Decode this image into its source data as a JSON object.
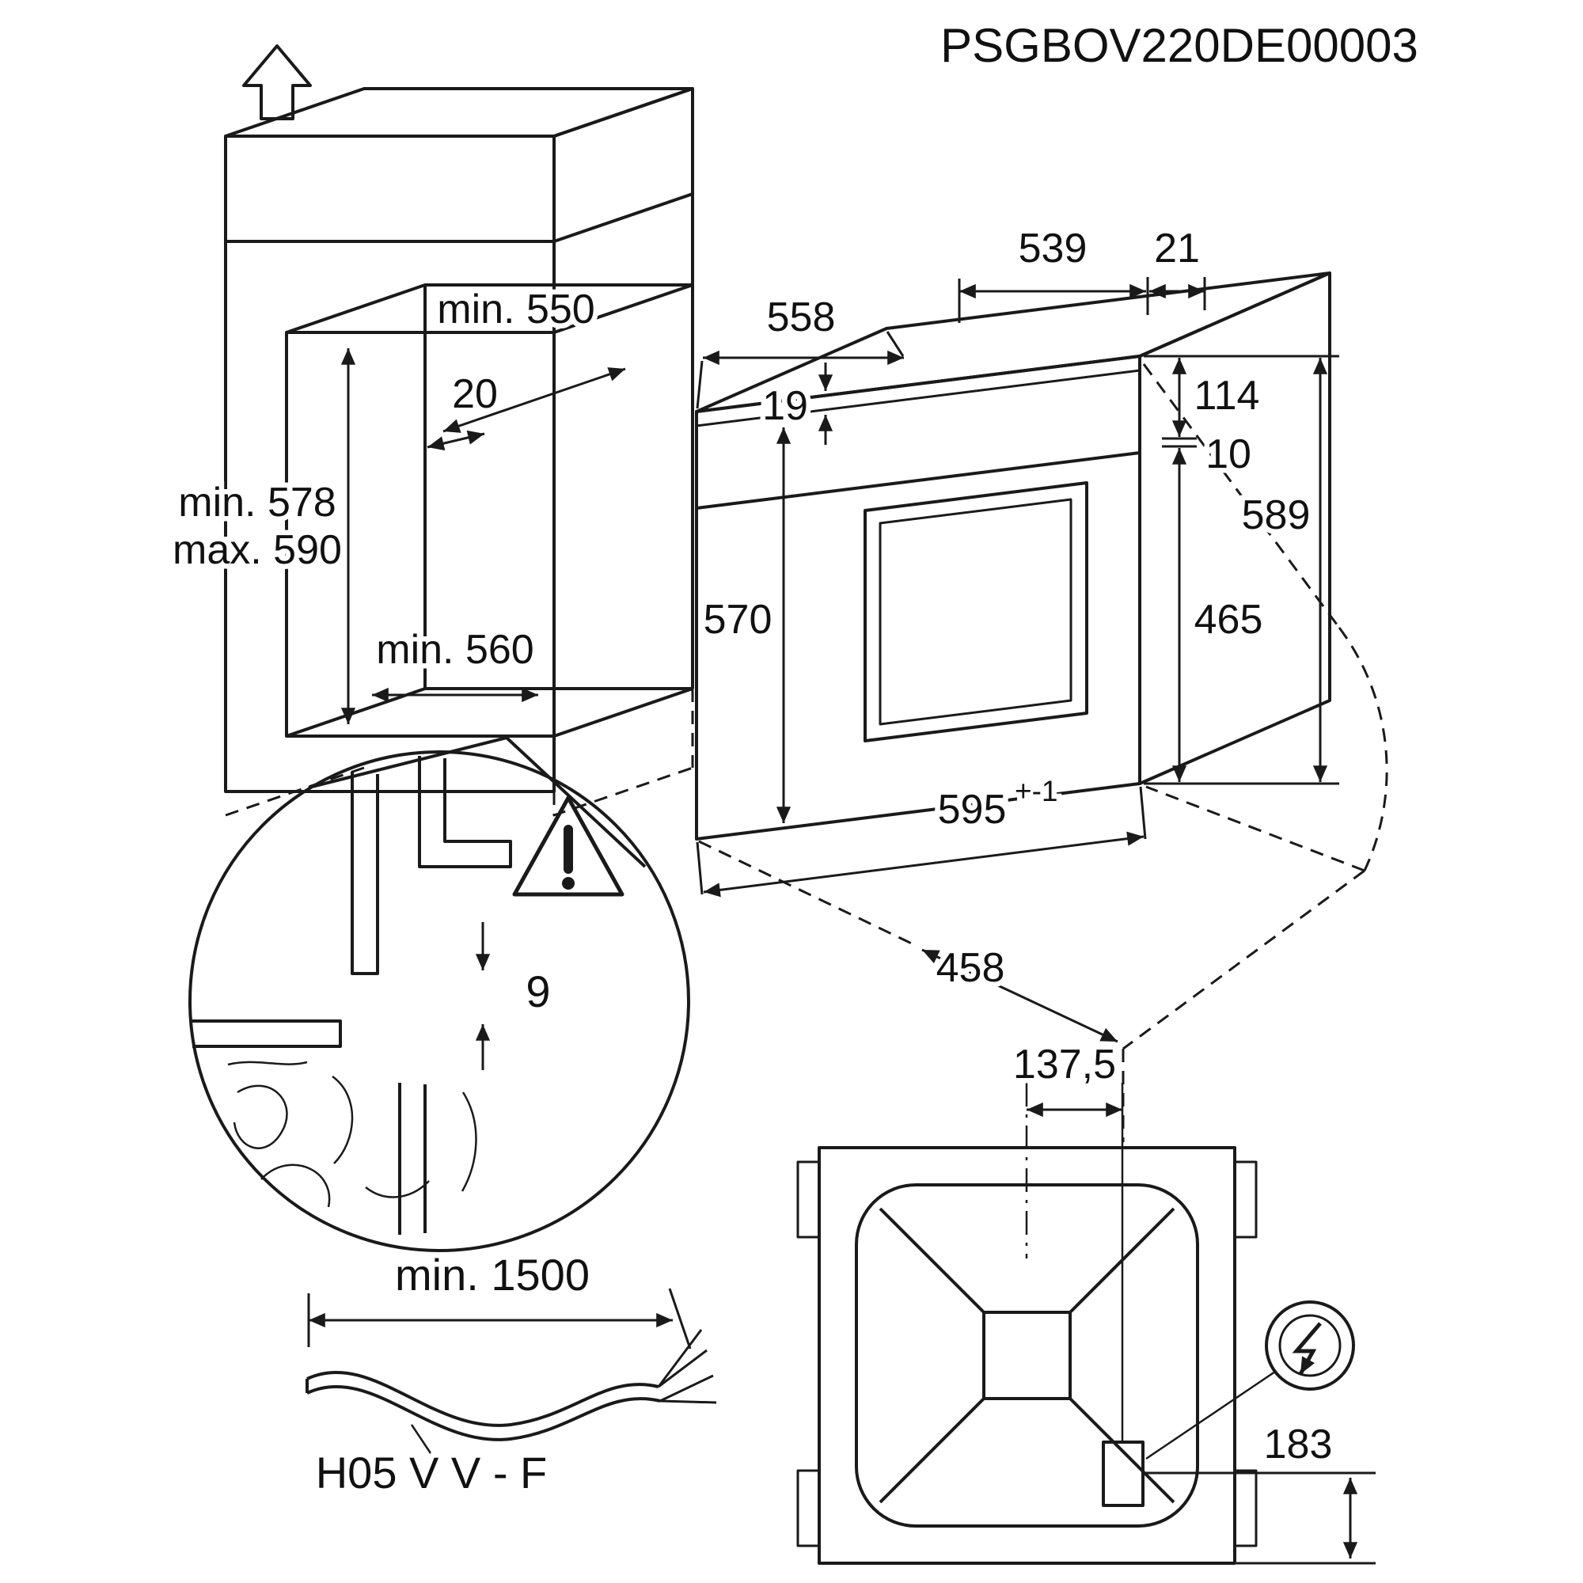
{
  "title": "PSGBOV220DE00003",
  "cabinet": {
    "depth": "min. 550",
    "height_min": "min. 578",
    "height_max": "max. 590",
    "rear_gap": "20",
    "width": "min. 560"
  },
  "oven": {
    "depth_total": "558",
    "depth_body": "539",
    "front_frame": "21",
    "top_inset": "19",
    "control_panel_height": "114",
    "gap": "10",
    "door_height": "465",
    "height": "589",
    "body_height": "570",
    "width": "595",
    "width_tolerance": "+-1",
    "front_clearance": "458"
  },
  "detail": {
    "ventilation_gap": "9"
  },
  "cable": {
    "min_length": "min. 1500",
    "cable_type": "H05 V V - F"
  },
  "rear_view": {
    "connection_offset": "137,5",
    "connection_height": "183"
  }
}
